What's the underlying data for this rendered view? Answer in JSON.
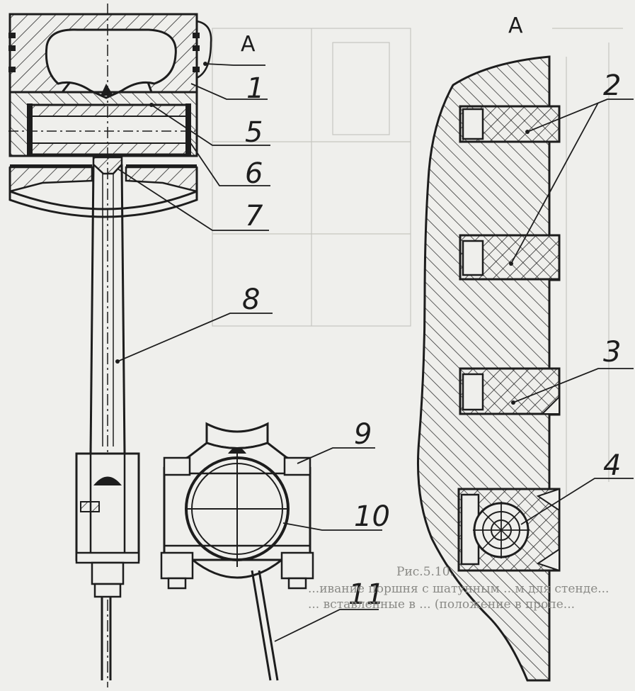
{
  "view_letters": {
    "left": "A",
    "right": "A"
  },
  "callouts": [
    {
      "id": "1",
      "text": "1"
    },
    {
      "id": "2",
      "text": "2"
    },
    {
      "id": "3",
      "text": "3"
    },
    {
      "id": "4",
      "text": "4"
    },
    {
      "id": "5",
      "text": "5"
    },
    {
      "id": "6",
      "text": "6"
    },
    {
      "id": "7",
      "text": "7"
    },
    {
      "id": "8",
      "text": "8"
    },
    {
      "id": "9",
      "text": "9"
    },
    {
      "id": "10",
      "text": "10"
    },
    {
      "id": "11",
      "text": "11"
    }
  ],
  "caption": {
    "title": "Рис.5.10.",
    "line1": "...ивание поршня с шатунным ...м для стенде...",
    "line2": "... вставленные в ... (положение в пропе..."
  },
  "colors": {
    "ink": "#1d1d1d",
    "paper": "#efefec",
    "faint": "#b9b9b4"
  }
}
